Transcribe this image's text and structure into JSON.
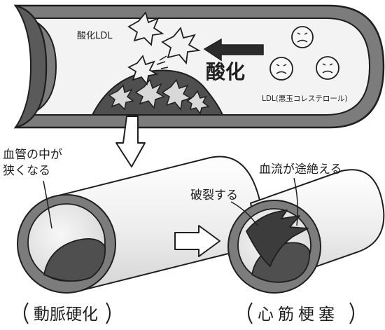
{
  "labels": {
    "oxidized_ldl": "酸化LDL",
    "oxidation": "酸化",
    "ldl_bad_cholesterol": "LDL(悪玉コレステロール)",
    "vessel_narrowing_line1": "血管の中が",
    "vessel_narrowing_line2": "狭くなる",
    "blood_flow_cut_off": "血流が途絶える",
    "rupture": "破裂する",
    "atherosclerosis": "動脈硬化",
    "myocardial_infarction": "心筋梗塞"
  },
  "colors": {
    "ink": "#1f1f1f",
    "vessel_wall": "#7c7c7c",
    "lumen": "#f3f3f3",
    "plaque": "#4f4f4f",
    "plaque_crystal": "#d8d8d8",
    "clot": "#3c3c3c",
    "background": "#ffffff"
  },
  "icons": {
    "ldl_particle": "worried-face-circle-icon",
    "oxidized_ldl_particle": "starburst-crystal-icon",
    "oxidation_arrow": "left-arrow-icon",
    "process_arrow": "hollow-down-arrow-icon",
    "progression_arrow": "hollow-right-arrow-icon"
  }
}
